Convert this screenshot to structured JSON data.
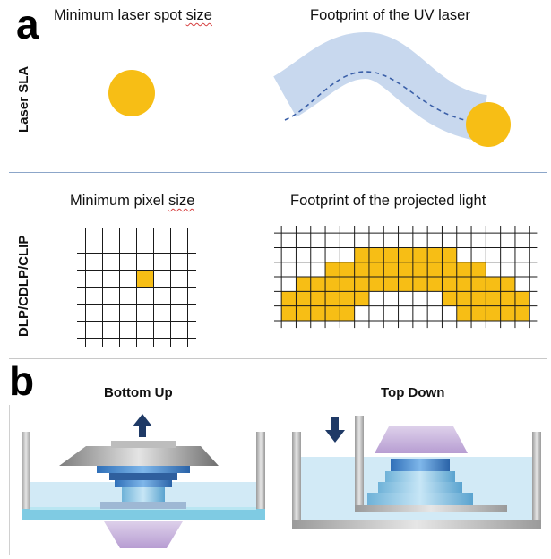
{
  "panel_a": {
    "letter": "a",
    "laser_sla": {
      "side_label": "Laser SLA",
      "left_caption_prefix": "Minimum laser spot ",
      "left_caption_marked": "size",
      "right_caption": "Footprint of the UV laser"
    },
    "dlp": {
      "side_label": "DLP/CDLP/CLIP",
      "left_caption_prefix": "Minimum pixel ",
      "left_caption_marked": "size",
      "right_caption": "Footprint of the projected light",
      "small_grid": {
        "cols": 6,
        "rows": 6,
        "filled": [
          [
            3,
            2
          ]
        ]
      },
      "large_grid": {
        "cols": 17,
        "rows": 6,
        "filled": [
          [
            5,
            1
          ],
          [
            6,
            1
          ],
          [
            7,
            1
          ],
          [
            8,
            1
          ],
          [
            9,
            1
          ],
          [
            10,
            1
          ],
          [
            11,
            1
          ],
          [
            3,
            2
          ],
          [
            4,
            2
          ],
          [
            5,
            2
          ],
          [
            6,
            2
          ],
          [
            7,
            2
          ],
          [
            8,
            2
          ],
          [
            9,
            2
          ],
          [
            10,
            2
          ],
          [
            11,
            2
          ],
          [
            12,
            2
          ],
          [
            13,
            2
          ],
          [
            1,
            3
          ],
          [
            2,
            3
          ],
          [
            3,
            3
          ],
          [
            4,
            3
          ],
          [
            5,
            3
          ],
          [
            6,
            3
          ],
          [
            7,
            3
          ],
          [
            8,
            3
          ],
          [
            9,
            3
          ],
          [
            10,
            3
          ],
          [
            11,
            3
          ],
          [
            12,
            3
          ],
          [
            13,
            3
          ],
          [
            14,
            3
          ],
          [
            15,
            3
          ],
          [
            0,
            4
          ],
          [
            1,
            4
          ],
          [
            2,
            4
          ],
          [
            3,
            4
          ],
          [
            4,
            4
          ],
          [
            5,
            4
          ],
          [
            11,
            4
          ],
          [
            12,
            4
          ],
          [
            13,
            4
          ],
          [
            14,
            4
          ],
          [
            15,
            4
          ],
          [
            16,
            4
          ],
          [
            0,
            5
          ],
          [
            1,
            5
          ],
          [
            2,
            5
          ],
          [
            3,
            5
          ],
          [
            4,
            5
          ],
          [
            12,
            5
          ],
          [
            13,
            5
          ],
          [
            14,
            5
          ],
          [
            15,
            5
          ],
          [
            16,
            5
          ]
        ]
      }
    }
  },
  "panel_b": {
    "letter": "b",
    "bottom_up_label": "Bottom Up",
    "top_down_label": "Top Down"
  },
  "colors": {
    "spot": "#F7BE15",
    "pixel_fill": "#F7BE15",
    "laser_path": "#C8D8EE",
    "laser_dash": "#3A5FA8",
    "divider": "#8CA6C9",
    "arrow": "#1F3A66",
    "resin": "#D2EAF6"
  }
}
